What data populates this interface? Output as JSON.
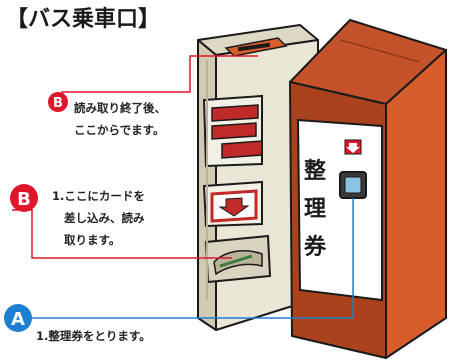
{
  "title": "【バス乗車口】",
  "colors": {
    "red": "#e0162b",
    "blue": "#1c7fd2",
    "machine_body": "#e9e6d6",
    "box_orange": "#d75d2d",
    "box_dark": "#a9421d"
  },
  "callouts": [
    {
      "badge": "B",
      "badge_color": "#e0162b",
      "lines": [
        "読み取り終了後、",
        "ここからでます。"
      ]
    },
    {
      "badge": "B",
      "badge_color": "#e0162b",
      "lines": [
        "1.ここにカードを",
        "差し込み、読み",
        "取ります。"
      ]
    },
    {
      "badge": "A",
      "badge_color": "#1c7fd2",
      "lines": [
        "1.整理券をとります。"
      ]
    }
  ],
  "ticket_machine": {
    "label_chars": [
      "整",
      "理",
      "券"
    ],
    "arrow_icon": "down-arrow-icon"
  }
}
